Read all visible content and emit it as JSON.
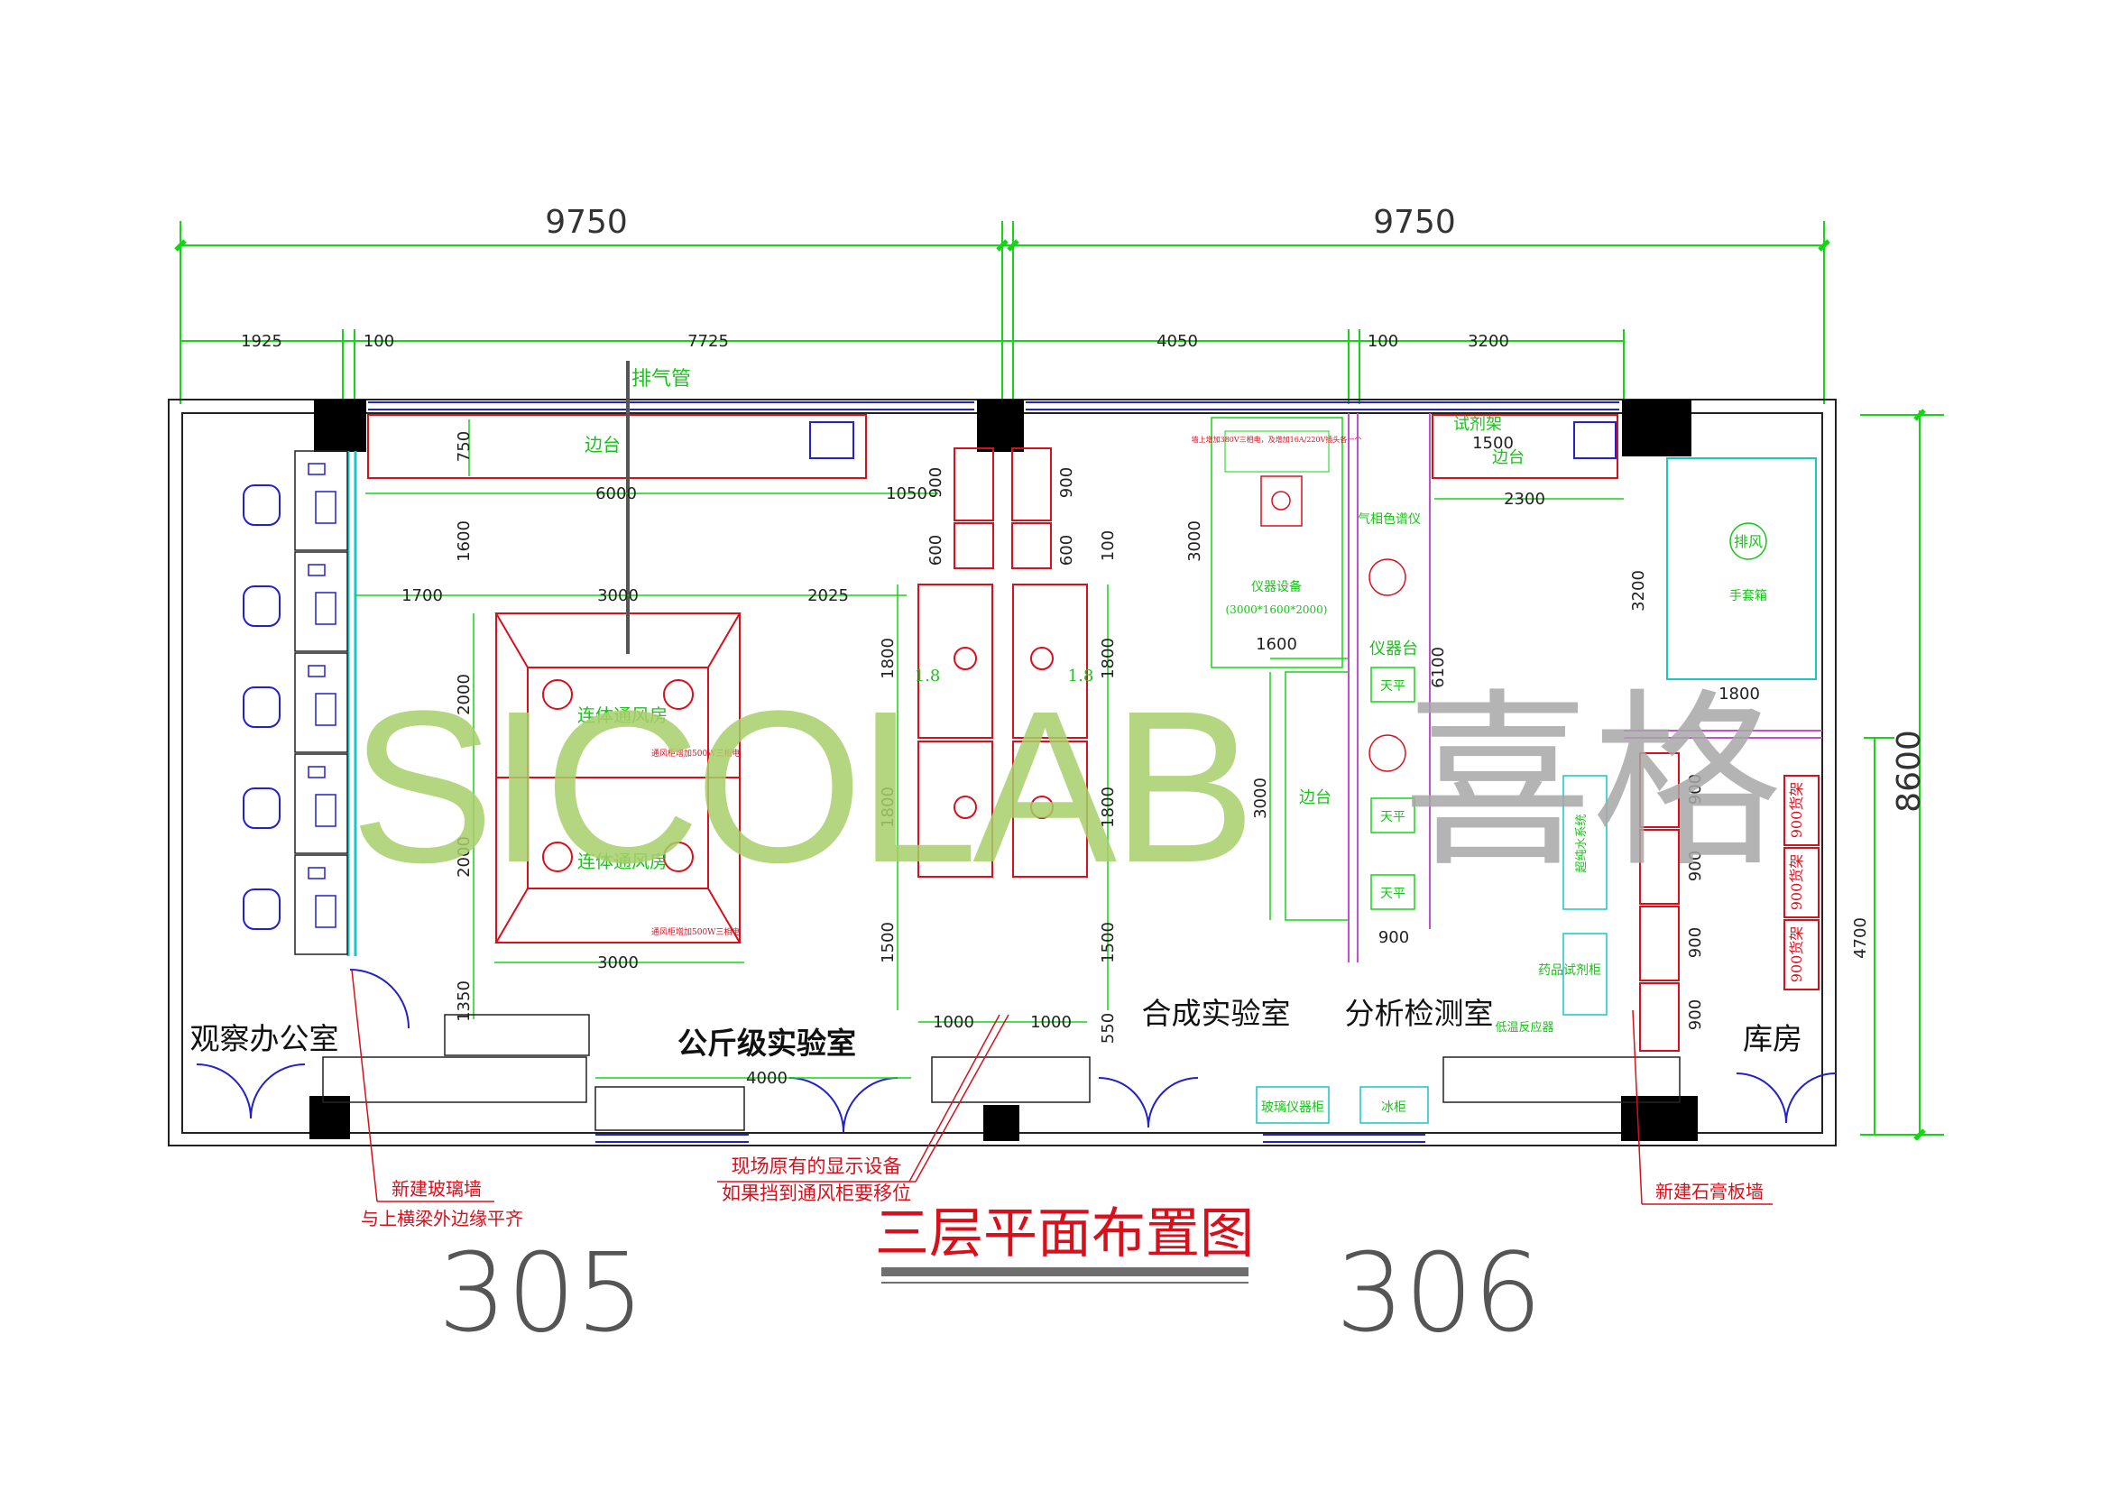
{
  "drawing": {
    "title": "三层平面布置图",
    "room_number_left": "305",
    "room_number_right": "306"
  },
  "dimensions": {
    "top_left": "9750",
    "top_right": "9750",
    "row2": [
      "1925",
      "100",
      "7725",
      "4050",
      "100",
      "3200"
    ],
    "overall_height": "8600",
    "right_lower": "4700"
  },
  "rooms": {
    "observation_office": "观察办公室",
    "kilo_lab": "公斤级实验室",
    "synthesis_lab": "合成实验室",
    "analysis_room": "分析检测室",
    "storage": "库房"
  },
  "labels": {
    "exhaust_pipe": "排气管",
    "side_bench_left": "边台",
    "side_bench_right": "边台",
    "side_bench_mid": "边台",
    "walkin_hood": "连体通风房",
    "instrument_equipment": "仪器设备",
    "instrument_size": "(3000*1600*2000)",
    "instrument_bench": "仪器台",
    "gas_chromatograph": "气相色谱仪",
    "balance": "天平",
    "reagent_rack": "试剂架",
    "exhaust": "排风",
    "glovebox": "手套箱",
    "pure_water": "超纯水系统",
    "chem_cabinet": "药品试剂柜",
    "glassware_cabinet": "玻璃仪器柜",
    "fridge": "冰柜",
    "reaction": "低温反应器",
    "shelf": "900货架",
    "hood_note": "通风柜增加500W三相电",
    "power_note": "墙上增加380V三相电，及增加16A/220V插头各一个"
  },
  "inner_dims": {
    "d750": "750",
    "d6000": "6000",
    "d1050": "1050",
    "d1600": "1600",
    "d1700": "1700",
    "d3000": "3000",
    "d2025": "2025",
    "d2000": "2000",
    "d1350": "1350",
    "d4000": "4000",
    "d900": "900",
    "d600": "600",
    "d1800": "1800",
    "d1500": "1500",
    "d1000": "1000",
    "d550": "550",
    "d100": "100",
    "d1500b": "1500",
    "d2300": "2300",
    "d3200": "3200",
    "d6100": "6100",
    "d1600b": "1600",
    "d1800b": "1800",
    "d3000b": "3000",
    "d900b": "900",
    "d18": "1.8"
  },
  "annotations": {
    "glass_wall_1": "新建玻璃墙",
    "glass_wall_2": "与上横梁外边缘平齐",
    "display_1": "现场原有的显示设备",
    "display_2": "如果挡到通风柜要移位",
    "gypsum_wall": "新建石膏板墙"
  },
  "watermark": {
    "latin": "SICOLAB",
    "chinese": "喜格",
    "colors": {
      "green": "#a9cf6a",
      "blue": "#6f9ad3",
      "gray": "#a8a8a8"
    }
  },
  "colors": {
    "dim_line": "#12d712",
    "equipment": "#d8101c",
    "wall": "#222222",
    "glass": "#2222c8",
    "cyan": "#17c6c6",
    "magenta": "#c24fd0"
  }
}
